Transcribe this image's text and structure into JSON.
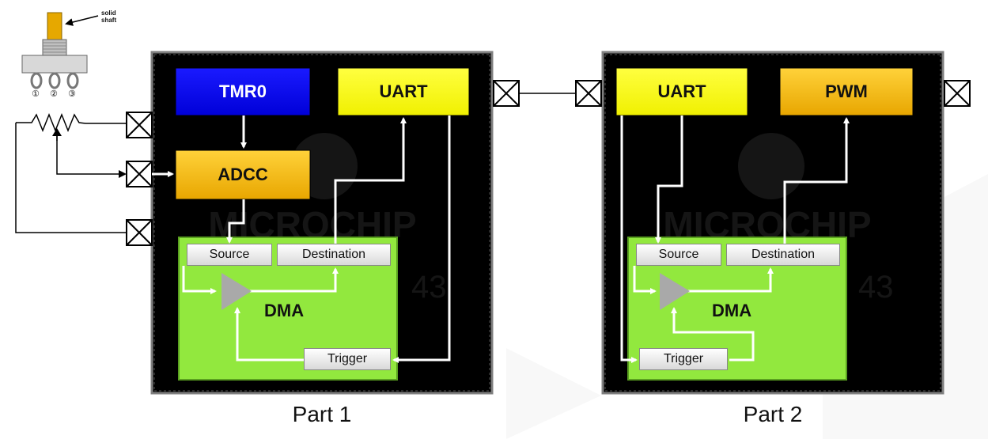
{
  "part1": {
    "label": "Part 1",
    "tmr": "TMR0",
    "adcc": "ADCC",
    "uart": "UART",
    "dma": {
      "title": "DMA",
      "source": "Source",
      "destination": "Destination",
      "trigger": "Trigger"
    }
  },
  "part2": {
    "label": "Part 2",
    "uart": "UART",
    "pwm": "PWM",
    "dma": {
      "title": "DMA",
      "source": "Source",
      "destination": "Destination",
      "trigger": "Trigger"
    }
  },
  "potentiometer": {
    "shaft_label_line1": "solid",
    "shaft_label_line2": "shaft",
    "pins": [
      "①",
      "②",
      "③"
    ]
  },
  "colors": {
    "chip_bg": "#000000",
    "chip_border": "#7f7f7f",
    "tmr": "#0000ff",
    "adcc": "#ffc000",
    "uart": "#ffff00",
    "pwm": "#ffc000",
    "dma": "#92e83e",
    "wire": "#ffffff"
  }
}
